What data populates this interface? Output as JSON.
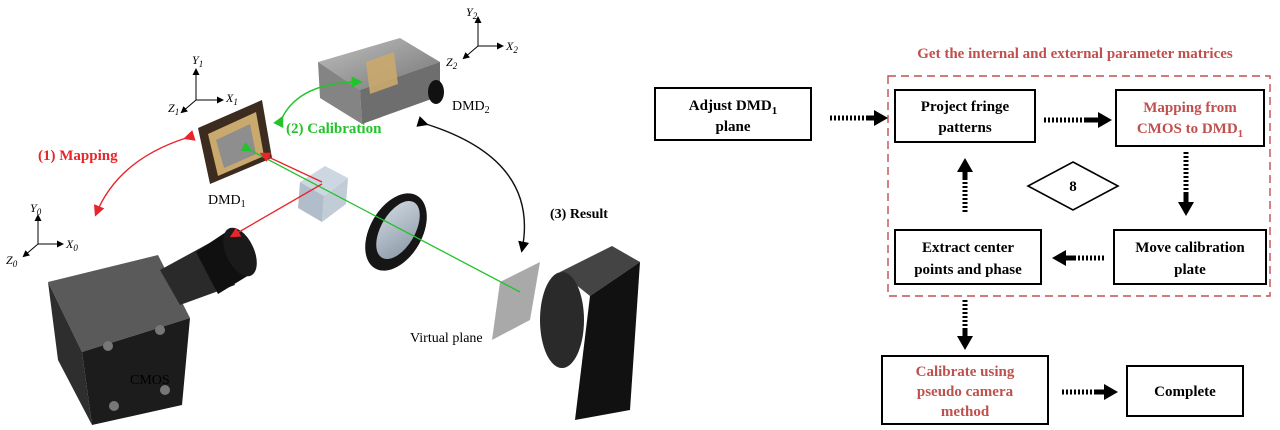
{
  "left": {
    "axes": {
      "cmos": {
        "y": "Y",
        "y_sub": "0",
        "x": "X",
        "x_sub": "0",
        "z": "Z",
        "z_sub": "0"
      },
      "dmd1": {
        "y": "Y",
        "y_sub": "1",
        "x": "X",
        "x_sub": "1",
        "z": "Z",
        "z_sub": "1"
      },
      "dmd2": {
        "y": "Y",
        "y_sub": "2",
        "x": "X",
        "x_sub": "2",
        "z": "Z",
        "z_sub": "2"
      }
    },
    "labels": {
      "mapping": "(1) Mapping",
      "calibration": "(2) Calibration",
      "result": "(3) Result",
      "dmd1": "DMD",
      "dmd1_sub": "1",
      "dmd2": "DMD",
      "dmd2_sub": "2",
      "cmos": "CMOS",
      "virtual_plane": "Virtual plane"
    },
    "colors": {
      "mapping": "#e8252a",
      "calibration": "#22c32b",
      "result": "#111111"
    }
  },
  "right": {
    "title": "Get the internal and external parameter matrices",
    "boxes": {
      "adjust_l1": "Adjust DMD",
      "adjust_sub": "1",
      "adjust_l2": "plane",
      "project_l1": "Project fringe",
      "project_l2": "patterns",
      "mapping_l1": "Mapping from",
      "mapping_l2": "CMOS to DMD",
      "mapping_sub": "1",
      "move_l1": "Move calibration",
      "move_l2": "plate",
      "extract_l1": "Extract center",
      "extract_l2": "points and phase",
      "loop_count": "8",
      "calib_l1": "Calibrate using",
      "calib_l2": "pseudo camera",
      "calib_l3": "method",
      "complete": "Complete"
    },
    "colors": {
      "accent": "#c0504d",
      "text": "#000000",
      "dashed_border": "#c0504d"
    }
  }
}
